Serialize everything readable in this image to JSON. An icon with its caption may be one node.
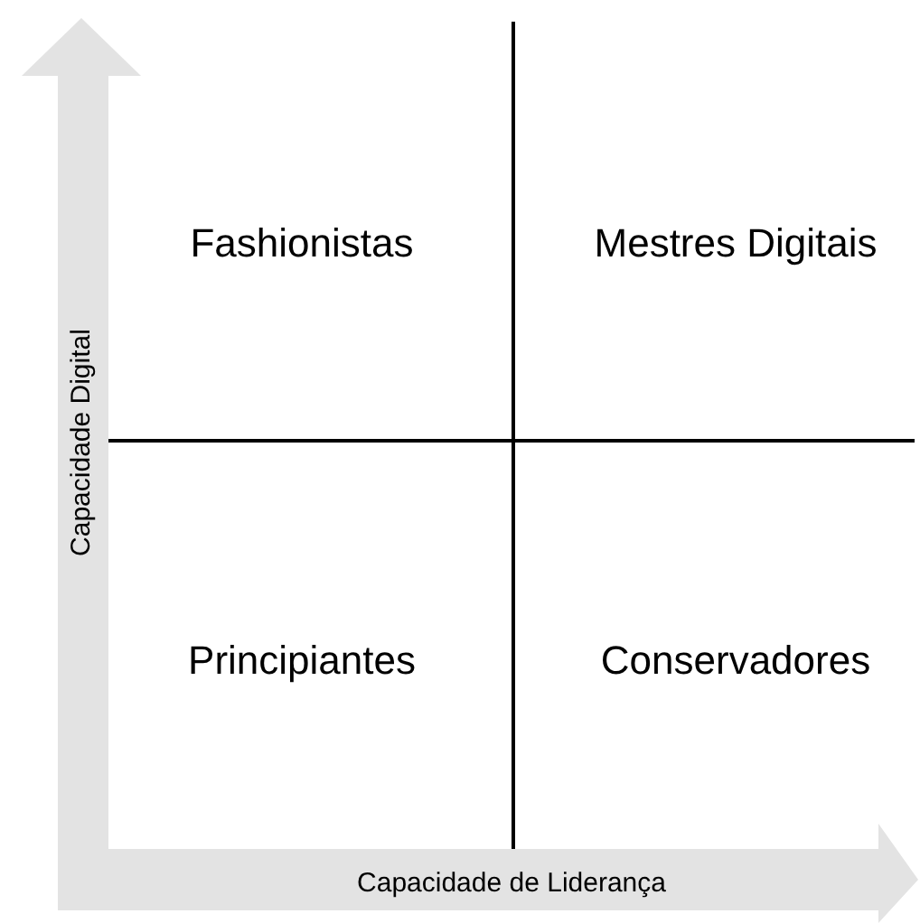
{
  "diagram": {
    "labels": [
      "Fashionistas",
      "Mestres Digitais",
      "Principiantes",
      "Conservadores",
      "Capacidade Digital",
      "Capacidade de Liderança"
    ]
  }
}
